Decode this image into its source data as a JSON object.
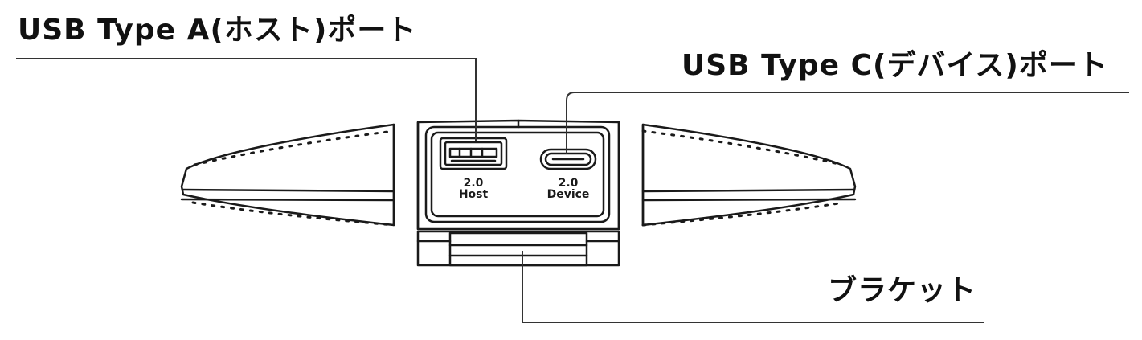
{
  "callouts": {
    "usb_a": "USB Type A(ホスト)ポート",
    "usb_c": "USB Type C(デバイス)ポート",
    "bracket": "ブラケット"
  },
  "ports": {
    "usb_a": {
      "version": "2.0",
      "role": "Host"
    },
    "usb_c": {
      "version": "2.0",
      "role": "Device"
    }
  },
  "colors": {
    "line": "#1a1a1a",
    "body_fill": "#ffffff",
    "accent": "#111111"
  }
}
